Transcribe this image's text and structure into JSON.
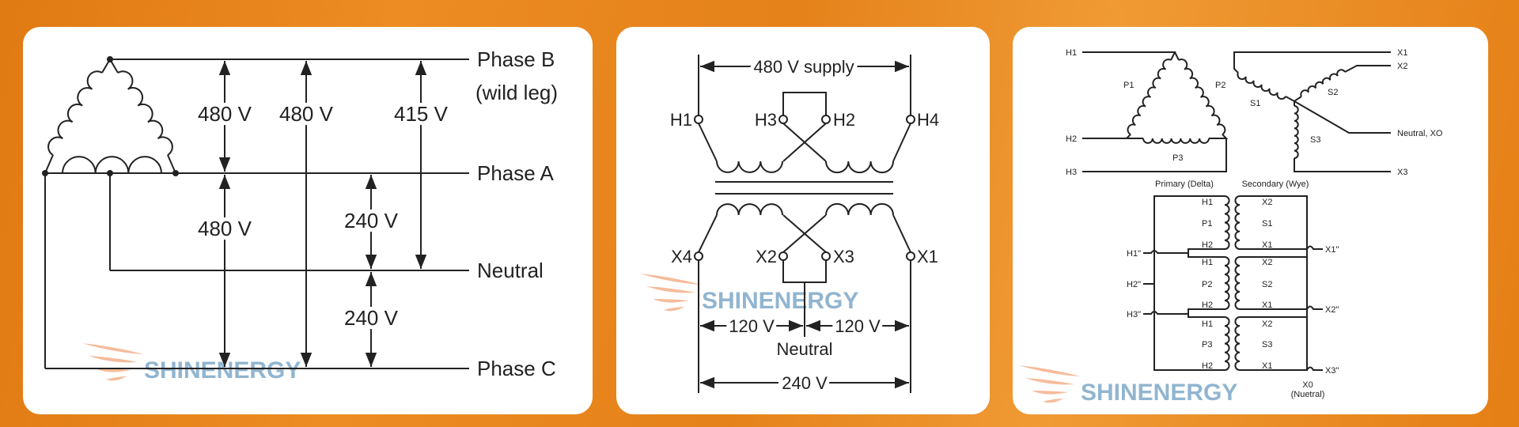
{
  "panel_wild_leg": {
    "phase_b": "Phase B",
    "wild_leg": "(wild leg)",
    "phase_a": "Phase A",
    "neutral": "Neutral",
    "phase_c": "Phase C",
    "v_b_a": "480 V",
    "v_b_c": "480 V",
    "v_b_n": "415 V",
    "v_a_c": "480 V",
    "v_a_n": "240 V",
    "v_n_c": "240 V"
  },
  "panel_single_phase": {
    "supply": "480 V supply",
    "h1": "H1",
    "h2": "H2",
    "h3": "H3",
    "h4": "H4",
    "x1": "X1",
    "x2": "X2",
    "x3": "X3",
    "x4": "X4",
    "half_left": "120 V",
    "half_right": "120 V",
    "neutral": "Neutral",
    "full": "240 V"
  },
  "panel_delta_wye": {
    "h1": "H1",
    "h2": "H2",
    "h3": "H3",
    "p1": "P1",
    "p2": "P2",
    "p3": "P3",
    "s1": "S1",
    "s2": "S2",
    "s3": "S3",
    "x1": "X1",
    "x2": "X2",
    "x3": "X3",
    "neutral_xo": "Neutral, XO",
    "primary_heading": "Primary (Delta)",
    "secondary_heading": "Secondary (Wye)",
    "banks": [
      {
        "h_top": "H1",
        "p": "P1",
        "h_bot": "H2",
        "x_top": "X2",
        "s": "S1",
        "x_bot": "X1"
      },
      {
        "h_top": "H1",
        "p": "P2",
        "h_bot": "H2",
        "x_top": "X2",
        "s": "S2",
        "x_bot": "X1"
      },
      {
        "h_top": "H1",
        "p": "P3",
        "h_bot": "H2",
        "x_top": "X2",
        "s": "S3",
        "x_bot": "X1"
      }
    ],
    "h1_ext": "H1\"",
    "h2_ext": "H2\"",
    "h3_ext": "H3\"",
    "x1_ext": "X1\"",
    "x2_ext": "X2\"",
    "x3_ext": "X3\"",
    "x0": "X0",
    "x0_note": "(Nuetral)"
  },
  "watermark": "SHINENERGY",
  "colors": {
    "background": "#e8861c",
    "panel": "#ffffff",
    "watermark_text": "#7ea9c8",
    "watermark_wings": "#f2a57a"
  }
}
